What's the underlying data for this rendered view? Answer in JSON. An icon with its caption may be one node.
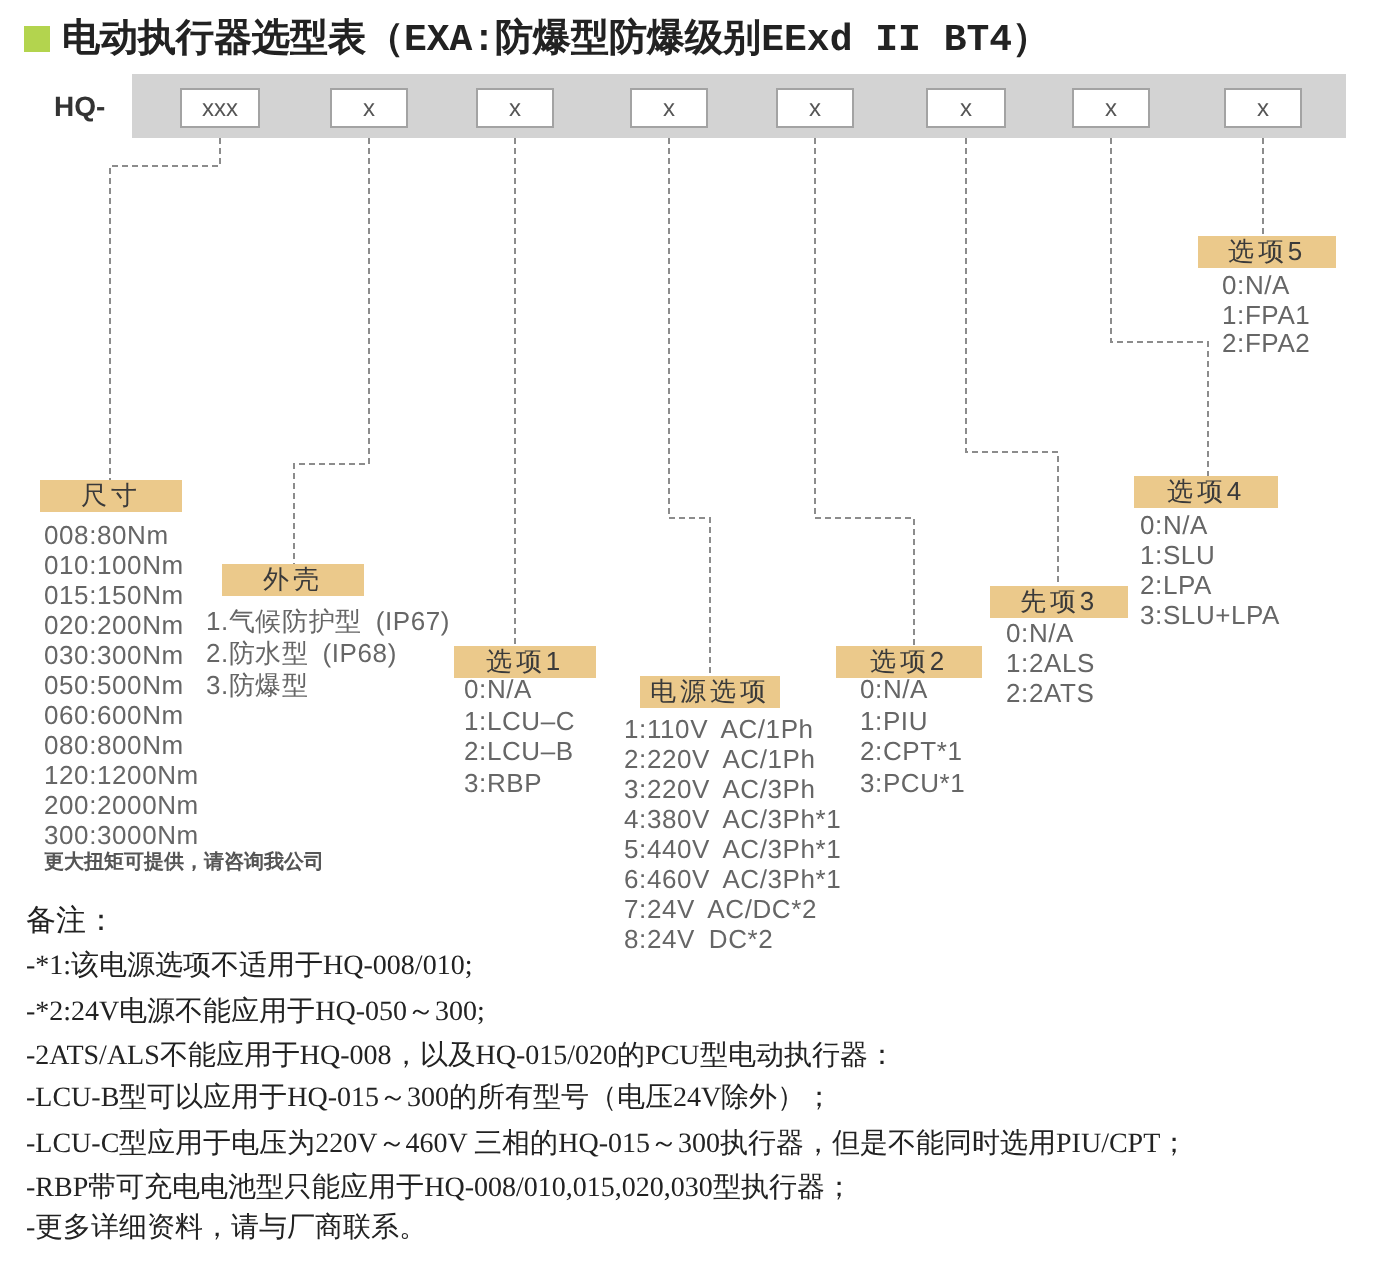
{
  "diagram": {
    "title": "电动执行器选型表（EXA:防爆型防爆级别EExd II BT4）",
    "nodes": [
      {
        "text": [
          "HQ-"
        ]
      },
      {
        "text": [
          "xxx"
        ],
        "in": 0
      },
      {
        "text": [
          "x"
        ],
        "in": 0
      },
      {
        "text": [
          "x"
        ],
        "in": 0
      },
      {
        "text": [
          "x"
        ],
        "in": 0
      },
      {
        "text": [
          "x"
        ],
        "in": 0
      },
      {
        "text": [
          "x"
        ],
        "in": 0
      },
      {
        "text": [
          "x"
        ],
        "in": 0
      },
      {
        "text": [
          "x"
        ],
        "in": 0
      },
      {
        "text": [
          "尺寸"
        ],
        "beside": [
          "008:80Nm",
          "010:100Nm",
          "015:150Nm",
          "020:200Nm",
          "030:300Nm",
          "050:500Nm",
          "060:600Nm",
          "080:800Nm",
          "120:1200Nm",
          "200:2000Nm",
          "300:3000Nm"
        ]
      },
      {
        "text": [
          "外壳"
        ],
        "beside": [
          "1.气候防护型 (IP67)",
          "2.防水型 (IP68)",
          "3.防爆型"
        ]
      },
      {
        "text": [
          "选项1"
        ],
        "beside": [
          "0:N/A",
          "1:LCU–C",
          "2:LCU–B",
          "3:RBP"
        ]
      },
      {
        "text": [
          "电源选项"
        ],
        "beside": [
          "1:110V AC/1Ph",
          "2:220V AC/1Ph",
          "3:220V AC/3Ph",
          "4:380V AC/3Ph*1",
          "5:440V AC/3Ph*1",
          "6:460V AC/3Ph*1",
          "7:24V AC/DC*2",
          "8:24V DC*2"
        ]
      },
      {
        "text": [
          "选项2"
        ],
        "beside": [
          "0:N/A",
          "1:PIU",
          "2:CPT*1",
          "3:PCU*1"
        ]
      },
      {
        "text": [
          "先项3"
        ],
        "beside": [
          "0:N/A",
          "1:2ALS",
          "2:2ATS"
        ]
      },
      {
        "text": [
          "选项4"
        ],
        "beside": [
          "0:N/A",
          "1:SLU",
          "2:LPA",
          "3:SLU+LPA"
        ]
      },
      {
        "text": [
          "选项5"
        ],
        "beside": [
          "0:N/A",
          "1:FPA1",
          "2:FPA2"
        ]
      }
    ],
    "edges": [
      {
        "from": 1,
        "to": 9,
        "arrow": "none",
        "style": "dashed"
      },
      {
        "from": 2,
        "to": 10,
        "arrow": "none",
        "style": "dashed"
      },
      {
        "from": 3,
        "to": 11,
        "arrow": "none",
        "style": "dashed"
      },
      {
        "from": 4,
        "to": 12,
        "arrow": "none",
        "style": "dashed"
      },
      {
        "from": 5,
        "to": 13,
        "arrow": "none",
        "style": "dashed"
      },
      {
        "from": 6,
        "to": 14,
        "arrow": "none",
        "style": "dashed"
      },
      {
        "from": 7,
        "to": 15,
        "arrow": "none",
        "style": "dashed"
      },
      {
        "from": 8,
        "to": 16,
        "arrow": "none",
        "style": "dashed"
      }
    ],
    "labels": [
      "更大扭矩可提供，请咨询我公司",
      "备注：",
      "-*1:该电源选项不适用于HQ-008/010;",
      "-*2:24V电源不能应用于HQ-050～300;",
      "-2ATS/ALS不能应用于HQ-008，以及HQ-015/020的PCU型电动执行器：",
      "-LCU-B型可以应用于HQ-015～300的所有型号（电压24V除外）；",
      "-LCU-C型应用于电压为220V～460V 三相的HQ-015～300执行器，但是不能同时选用PIU/CPT；",
      "-RBP带可充电电池型只能应用于HQ-008/010,015,020,030型执行器；",
      "-更多详细资料，请与厂商联系。"
    ]
  }
}
